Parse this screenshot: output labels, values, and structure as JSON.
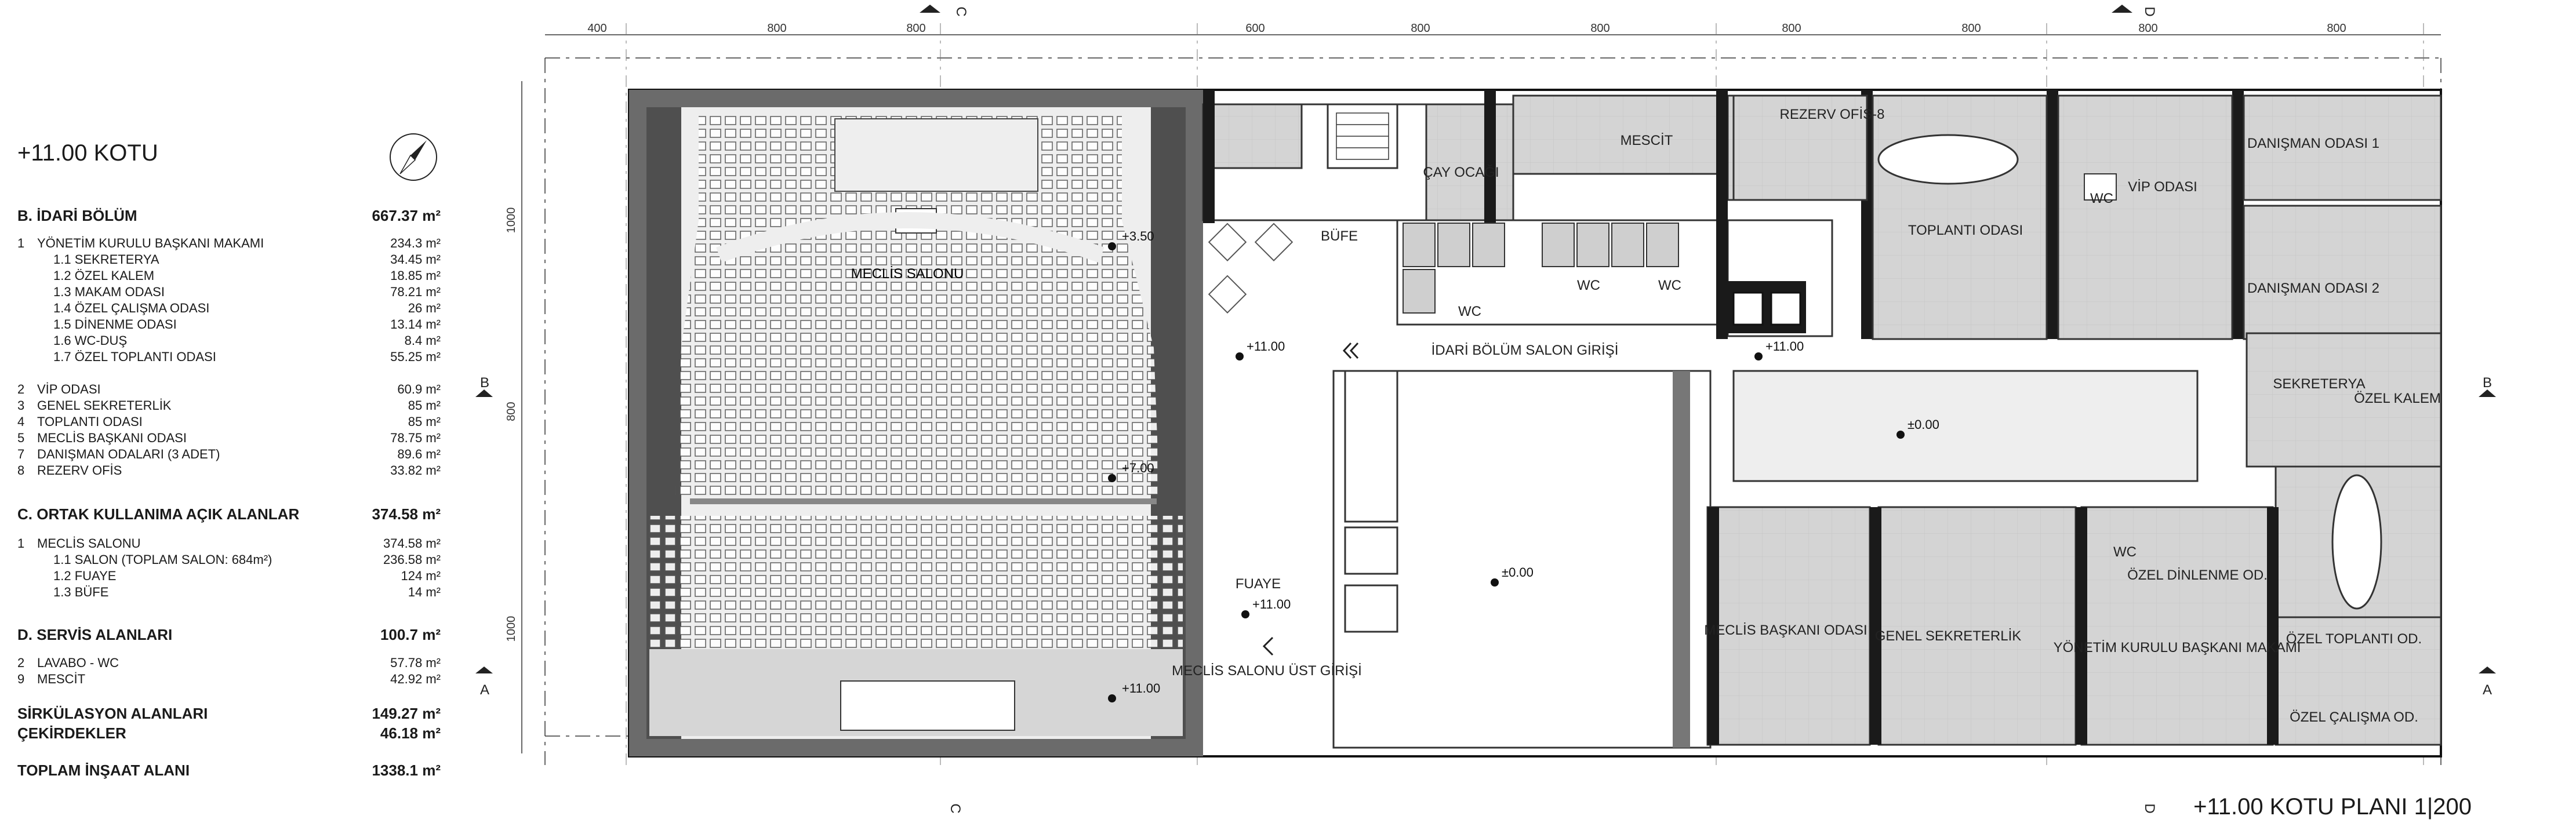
{
  "legend": {
    "heading": "+11.00 KOTU",
    "sections": [
      {
        "title": "B. İDARİ BÖLÜM",
        "area": "667.37 m²",
        "items": [
          {
            "num": "1",
            "label": "YÖNETİM KURULU BAŞKANI MAKAMI",
            "value": "234.3 m²",
            "sub": [
              {
                "label": "1.1 SEKRETERYA",
                "value": "34.45 m²"
              },
              {
                "label": "1.2 ÖZEL KALEM",
                "value": "18.85 m²"
              },
              {
                "label": "1.3 MAKAM ODASI",
                "value": "78.21 m²"
              },
              {
                "label": "1.4 ÖZEL ÇALIŞMA ODASI",
                "value": "26 m²"
              },
              {
                "label": "1.5 DİNENME ODASI",
                "value": "13.14 m²"
              },
              {
                "label": "1.6 WC-DUŞ",
                "value": "8.4 m²"
              },
              {
                "label": "1.7 ÖZEL TOPLANTI ODASI",
                "value": "55.25 m²"
              }
            ]
          },
          {
            "num": "2",
            "label": "VİP ODASI",
            "value": "60.9 m²"
          },
          {
            "num": "3",
            "label": "GENEL SEKRETERLİK",
            "value": "85 m²"
          },
          {
            "num": "4",
            "label": "TOPLANTI ODASI",
            "value": "85 m²"
          },
          {
            "num": "5",
            "label": "MECLİS BAŞKANI ODASI",
            "value": "78.75 m²"
          },
          {
            "num": "7",
            "label": "DANIŞMAN ODALARI (3 ADET)",
            "value": "89.6 m²"
          },
          {
            "num": "8",
            "label": "REZERV OFİS",
            "value": "33.82 m²"
          }
        ]
      },
      {
        "title": "C. ORTAK KULLANIMA AÇIK ALANLAR",
        "area": "374.58 m²",
        "items": [
          {
            "num": "1",
            "label": "MECLİS SALONU",
            "value": "374.58 m²",
            "sub": [
              {
                "label": "1.1 SALON (TOPLAM SALON: 684m²)",
                "value": "236.58 m²"
              },
              {
                "label": "1.2 FUAYE",
                "value": "124 m²"
              },
              {
                "label": "1.3 BÜFE",
                "value": "14 m²"
              }
            ]
          }
        ]
      },
      {
        "title": "D. SERVİS ALANLARI",
        "area": "100.7 m²",
        "items": [
          {
            "num": "2",
            "label": "LAVABO - WC",
            "value": "57.78 m²"
          },
          {
            "num": "9",
            "label": "MESCİT",
            "value": "42.92 m²"
          }
        ]
      }
    ],
    "totals": [
      {
        "label": "SİRKÜLASYON ALANLARI",
        "value": "149.27 m²"
      },
      {
        "label": "ÇEKİRDEKLER",
        "value": "46.18 m²"
      },
      {
        "label": "TOPLAM İNŞAAT ALANI",
        "value": "1338.1 m²"
      }
    ]
  },
  "plan": {
    "title": "+11.00 KOTU PLANI  1|200",
    "dimensions_top": [
      "400",
      "800",
      "800",
      "600",
      "800",
      "800",
      "800",
      "800",
      "800",
      "800"
    ],
    "dimensions_left": [
      "1000",
      "800",
      "1000"
    ],
    "section_marks": {
      "c": "C",
      "d": "D",
      "b": "B",
      "a": "A"
    },
    "rooms": {
      "meclis_salonu": "MECLİS SALONU",
      "cay_ocagi": "ÇAY OCAĞI",
      "mescit": "MESCİT",
      "rezerv_ofis": "REZERV OFİS-8",
      "toplanti_odasi": "TOPLANTI ODASI",
      "vip_odasi": "VİP ODASI",
      "danisman_1": "DANIŞMAN ODASI 1",
      "danisman_2": "DANIŞMAN ODASI 2",
      "bufe": "BÜFE",
      "wc": "WC",
      "idari_giris": "İDARİ BÖLÜM SALON GİRİŞİ",
      "sekreterya": "SEKRETERYA",
      "ozel_kalem": "ÖZEL KALEM",
      "fuaye": "FUAYE",
      "meclis_ust_giris": "MECLİS SALONU ÜST GİRİŞİ",
      "meclis_baskani": "MECLİS BAŞKANI ODASI",
      "genel_sekreterlik": "GENEL SEKRETERLİK",
      "ozel_dinlenme": "ÖZEL DİNLENME OD.",
      "yonetim_kurulu": "YÖNETİM KURULU BAŞKANI MAKAMI",
      "ozel_toplanti": "ÖZEL TOPLANTI OD.",
      "ozel_calisma": "ÖZEL ÇALIŞMA OD."
    },
    "levels": {
      "l350": "+3.50",
      "l700": "+7.00",
      "l1100": "+11.00",
      "l000": "±0.00"
    }
  }
}
